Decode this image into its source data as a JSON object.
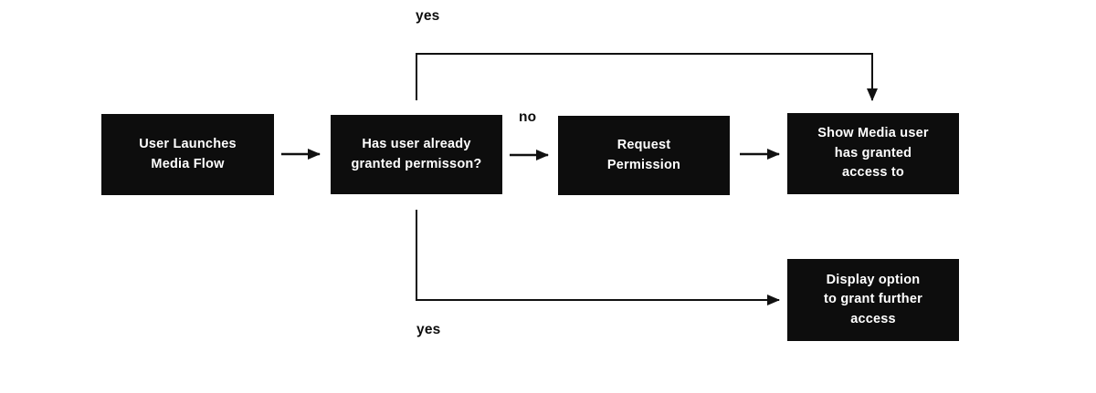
{
  "diagram": {
    "type": "flowchart",
    "nodes": [
      {
        "id": "user-launches",
        "label": "User Launches\nMedia Flow"
      },
      {
        "id": "has-granted",
        "label": "Has user already\ngranted permisson?"
      },
      {
        "id": "request-permission",
        "label": "Request\nPermission"
      },
      {
        "id": "show-media",
        "label": "Show Media user\nhas granted\naccess to"
      },
      {
        "id": "display-option",
        "label": "Display option\nto grant further\naccess"
      }
    ],
    "edges": [
      {
        "from": "user-launches",
        "to": "has-granted",
        "label": ""
      },
      {
        "from": "has-granted",
        "to": "request-permission",
        "label": "no"
      },
      {
        "from": "request-permission",
        "to": "show-media",
        "label": ""
      },
      {
        "from": "has-granted",
        "to": "show-media",
        "label": "yes",
        "route": "over-the-top"
      },
      {
        "from": "has-granted",
        "to": "display-option",
        "label": "yes",
        "route": "down-and-right"
      }
    ],
    "edge_labels": {
      "yes_top": "yes",
      "no": "no",
      "yes_bottom": "yes"
    },
    "colors": {
      "background": "#ffffff",
      "node_bg": "#0d0d0d",
      "node_text": "#ffffff",
      "line": "#111111"
    }
  }
}
